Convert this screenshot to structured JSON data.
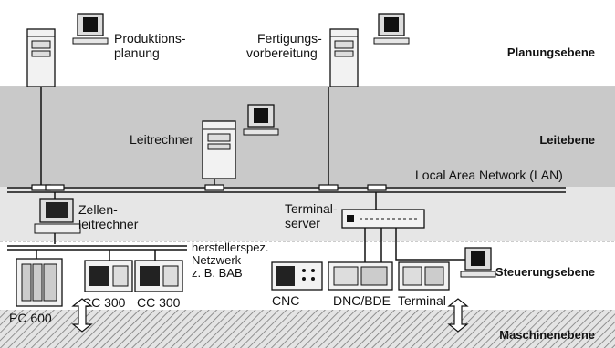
{
  "levels": {
    "planung": "Planungsebene",
    "leit": "Leitebene",
    "steuerung": "Steuerungsebene",
    "maschine": "Maschinenebene"
  },
  "nodes": {
    "produktion_1": "Produktions-",
    "produktion_2": "planung",
    "fertigung_1": "Fertigungs-",
    "fertigung_2": "vorbereitung",
    "leitrechner": "Leitrechner",
    "lan": "Local Area Network (LAN)",
    "zellen_1": "Zellen-",
    "zellen_2": "leitrechner",
    "terminal_server_1": "Terminal-",
    "terminal_server_2": "server",
    "hersteller_1": "herstellerspez.",
    "hersteller_2": "Netzwerk",
    "hersteller_3": "z. B. BAB",
    "pc600": "PC 600",
    "cc300_a": "CC 300",
    "cc300_b": "CC 300",
    "cnc": "CNC",
    "dnc_bde": "DNC/BDE",
    "terminal": "Terminal"
  },
  "colors": {
    "band_dark": "#c9c9c9",
    "band_light": "#e6e6e6",
    "line": "#111111"
  }
}
